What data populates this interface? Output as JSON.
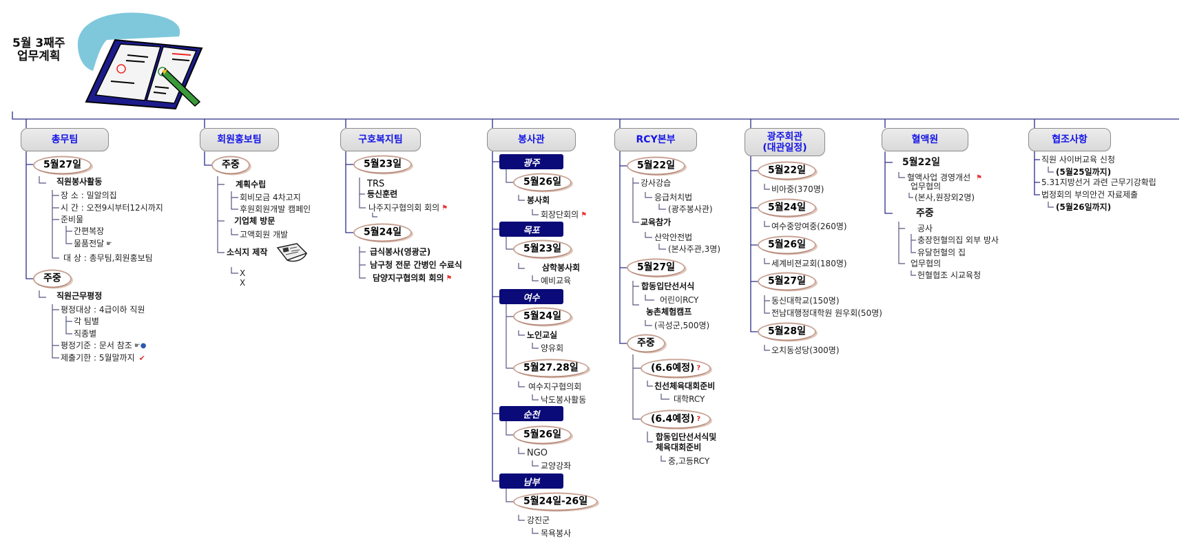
{
  "title": {
    "line1": "5월 3째주",
    "line2": "업무계획"
  },
  "colors": {
    "header_text": "#1515e6",
    "region_box": "#0a0a78",
    "line": "#2a2a86",
    "oval": "#c7a293"
  },
  "columns": [
    {
      "header": "총무팀",
      "items": [
        "5월27일",
        "직원봉사활동",
        "장   소 : 밀알의집",
        "시   간 : 오전9시부터12시까지",
        "준비물",
        "간편복장",
        "물품전달",
        "대   상 : 총무팀,회원홍보팀",
        "주중",
        "직원근무평정",
        "평정대상 :  4급이하 직원",
        "각 팀별",
        "직종별",
        "평정기준 : 문서 참조",
        "제출기한 : 5월말까지"
      ]
    },
    {
      "header": "회원홍보팀",
      "items": [
        "주중",
        "계획수립",
        "회비모금 4차고지",
        "후원회원개발 캠페인",
        "기업체 방문",
        "고액회원 개발",
        "소식지 제작",
        "X",
        "X"
      ]
    },
    {
      "header": "구호복지팀",
      "items": [
        "5월23일",
        "TRS",
        "등신훈련",
        "나주지구협의회 회의",
        "5월24일",
        "급식봉사(영광군)",
        "남구청 전문 간병인 수료식",
        "담양지구협의회 회의"
      ]
    },
    {
      "header": "봉사관",
      "items": [
        "광주",
        "5월26일",
        "봉사회",
        "회장단회의",
        "목포",
        "5월23일",
        "삼학봉사회",
        "예비교육",
        "여수",
        "5월24일",
        "노인교실",
        "양유회",
        "5월27.28일",
        "여수지구협의회",
        "낙도봉사활동",
        "순천",
        "5월26일",
        "NGO",
        "교양강좌",
        "남부",
        "5월24일-26일",
        "강진군",
        "목욕봉사"
      ]
    },
    {
      "header": "RCY본부",
      "items": [
        "5월22일",
        "강사강습",
        "응급처치법",
        "(광주봉사관)",
        "교육참가",
        "산악안전법",
        "(본사주관,3명)",
        "5월27일",
        "합동입단선서식",
        "어린이RCY",
        "농촌체험캠프",
        "(곡성군,500명)",
        "주중",
        "(6.6예정)",
        "친선체육대회준비",
        "대학RCY",
        "(6.4예정)",
        "합동입단선서식및",
        "체육대회준비",
        "중,고등RCY"
      ]
    },
    {
      "header": "광주회관",
      "header2": "(대관일정)",
      "items": [
        "5월22일",
        "비아중(370명)",
        "5월24일",
        "여수중앙여중(260명)",
        "5월26일",
        "세계비젼교회(180명)",
        "5월27일",
        "동신대학교(150명)",
        "전남대행정대학원 원우회(50명)",
        "5월28일",
        "오치동성당(300명)"
      ]
    },
    {
      "header": "혈액원",
      "items": [
        "5월22일",
        "혈액사업 경영개선",
        "업무협의",
        "(본사,원장외2명)",
        "주중",
        "공사",
        "충장헌혈의집 외부 방사",
        "유달헌혈의 집",
        "업무협의",
        "헌혈협조 시교육청"
      ]
    },
    {
      "header": "협조사항",
      "items": [
        "직원 사이버교육 신청",
        "(5월25일까지)",
        "5.31지방선거 과련 근무기강확립",
        "법정회의 부의안건 자료제출",
        "(5월26일까지)"
      ]
    }
  ]
}
